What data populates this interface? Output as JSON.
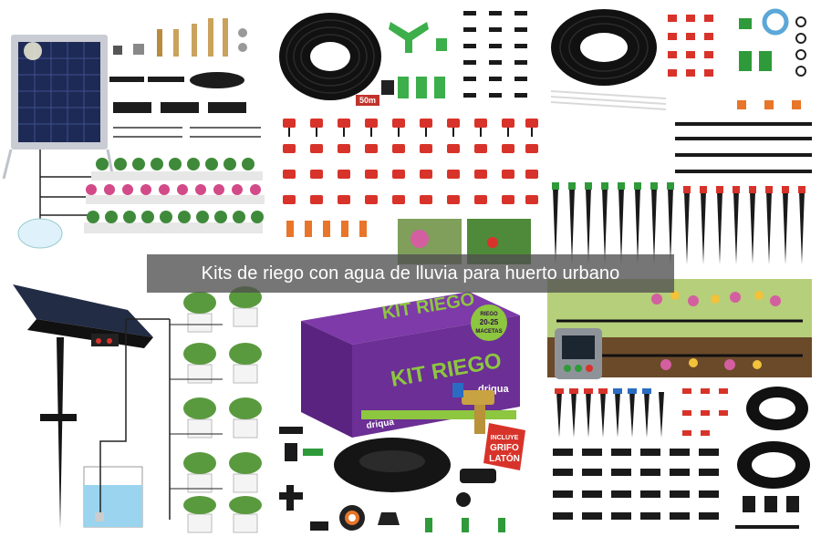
{
  "caption": "Kits de riego con agua de lluvia para huerto urbano",
  "panels": {
    "hose_kit": {
      "length_tag": "50m"
    },
    "kit_box": {
      "brand": "driqua",
      "title_main": "KIT RIEGO",
      "badge_lines": [
        "RIEGO",
        "20-25",
        "MACETAS"
      ],
      "tag_lines": [
        "INCLUYE",
        "GRIFO",
        "LATÓN"
      ]
    }
  },
  "colors": {
    "caption_bg": "#505050",
    "drip_red": "#d8332a",
    "box_purple": "#6b2f95",
    "fitting_green": "#3cae4a",
    "tube_black": "#141414"
  }
}
